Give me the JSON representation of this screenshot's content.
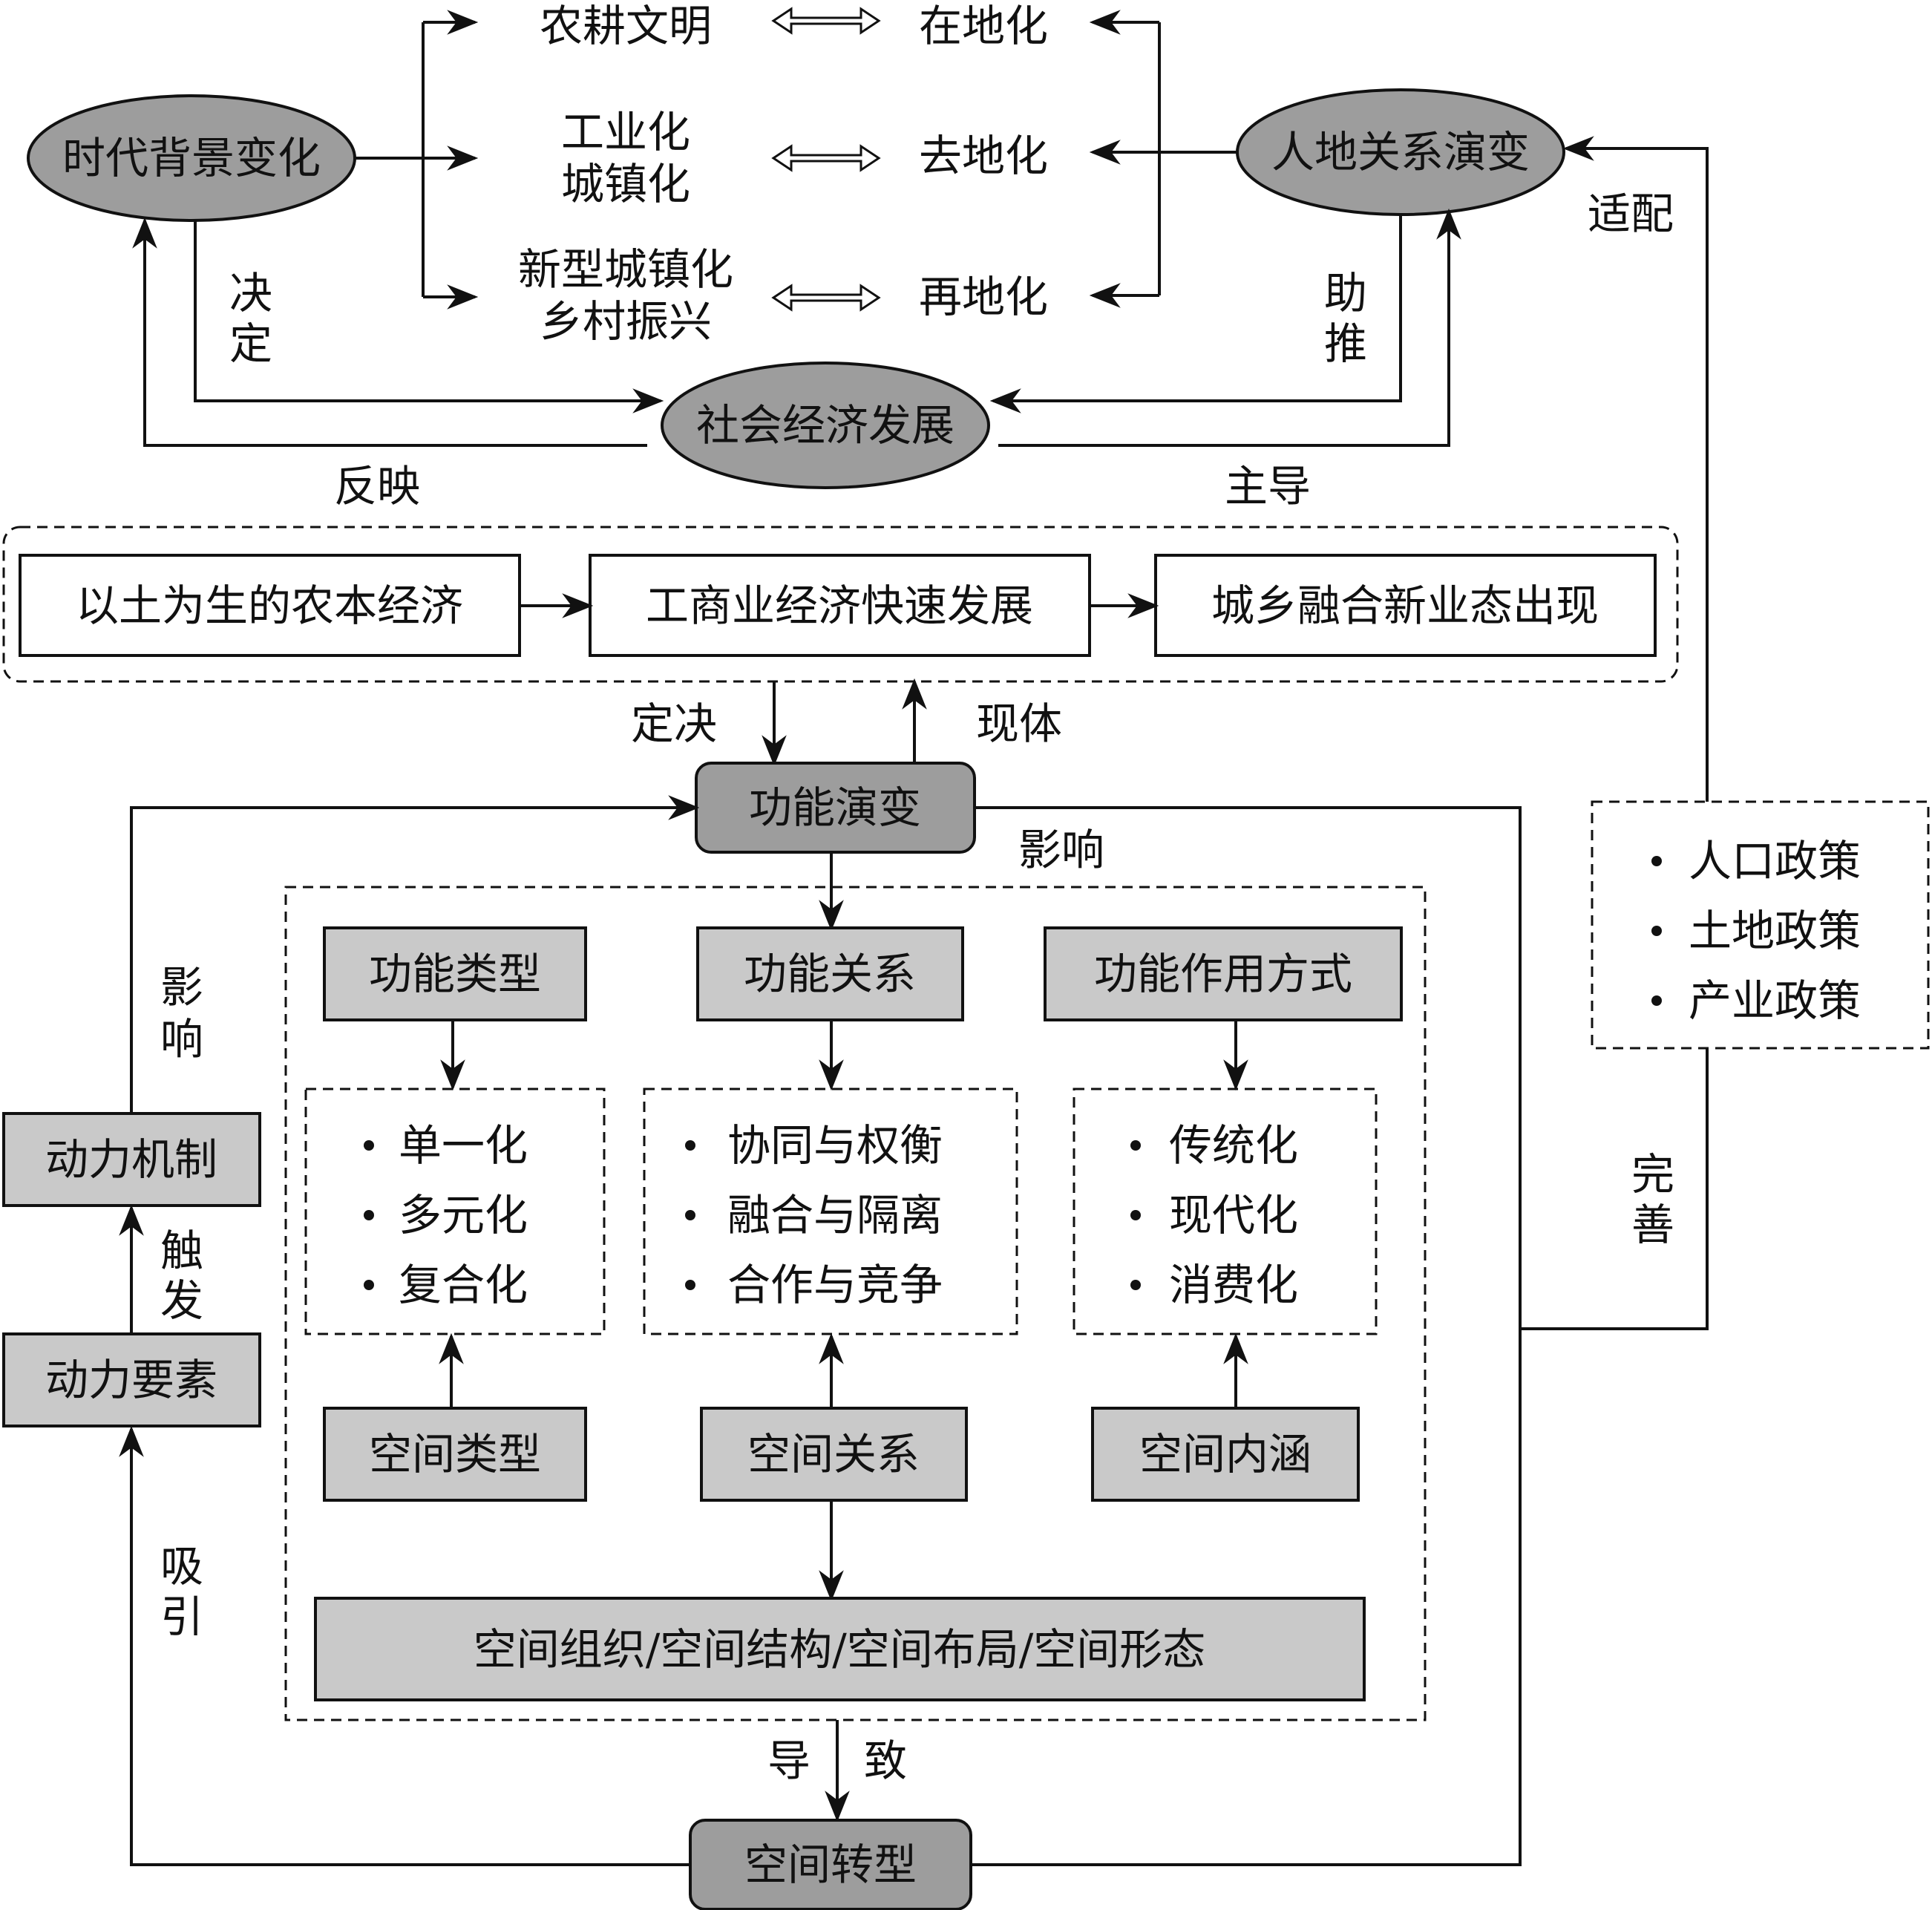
{
  "top": {
    "era_change": "时代背景变化",
    "human_land": "人地关系演变",
    "socio_econ": "社会经济发展",
    "eras": [
      "农耕文明",
      "工业化",
      "城镇化",
      "新型城镇化",
      "乡村振兴"
    ],
    "modes": [
      "在地化",
      "去地化",
      "再地化"
    ],
    "decide": [
      "决",
      "定"
    ],
    "push": [
      "助",
      "推"
    ],
    "reflect": "反映",
    "lead": "主导",
    "adapt": "适配"
  },
  "economy": {
    "stages": [
      "以土为生的农本经济",
      "工商业经济快速发展",
      "城乡融合新业态出现"
    ],
    "decide_label": "定决",
    "embody_label": "现体"
  },
  "core": {
    "function_evolution": "功能演变",
    "influence": "影响",
    "function_boxes": [
      "功能类型",
      "功能关系",
      "功能作用方式"
    ],
    "function_items": [
      [
        "单一化",
        "多元化",
        "复合化"
      ],
      [
        "协同与权衡",
        "融合与隔离",
        "合作与竞争"
      ],
      [
        "传统化",
        "现代化",
        "消费化"
      ]
    ],
    "space_boxes": [
      "空间类型",
      "空间关系",
      "空间内涵"
    ],
    "space_org": "空间组织/空间结构/空间布局/空间形态",
    "lead_to": [
      "导",
      "致"
    ],
    "space_transform": "空间转型"
  },
  "left": {
    "mechanism": "动力机制",
    "elements": "动力要素",
    "influence": [
      "影",
      "响"
    ],
    "trigger": [
      "触",
      "发"
    ],
    "attract": [
      "吸",
      "引"
    ]
  },
  "policy": {
    "items": [
      "人口政策",
      "土地政策",
      "产业政策"
    ],
    "improve": [
      "完",
      "善"
    ]
  }
}
